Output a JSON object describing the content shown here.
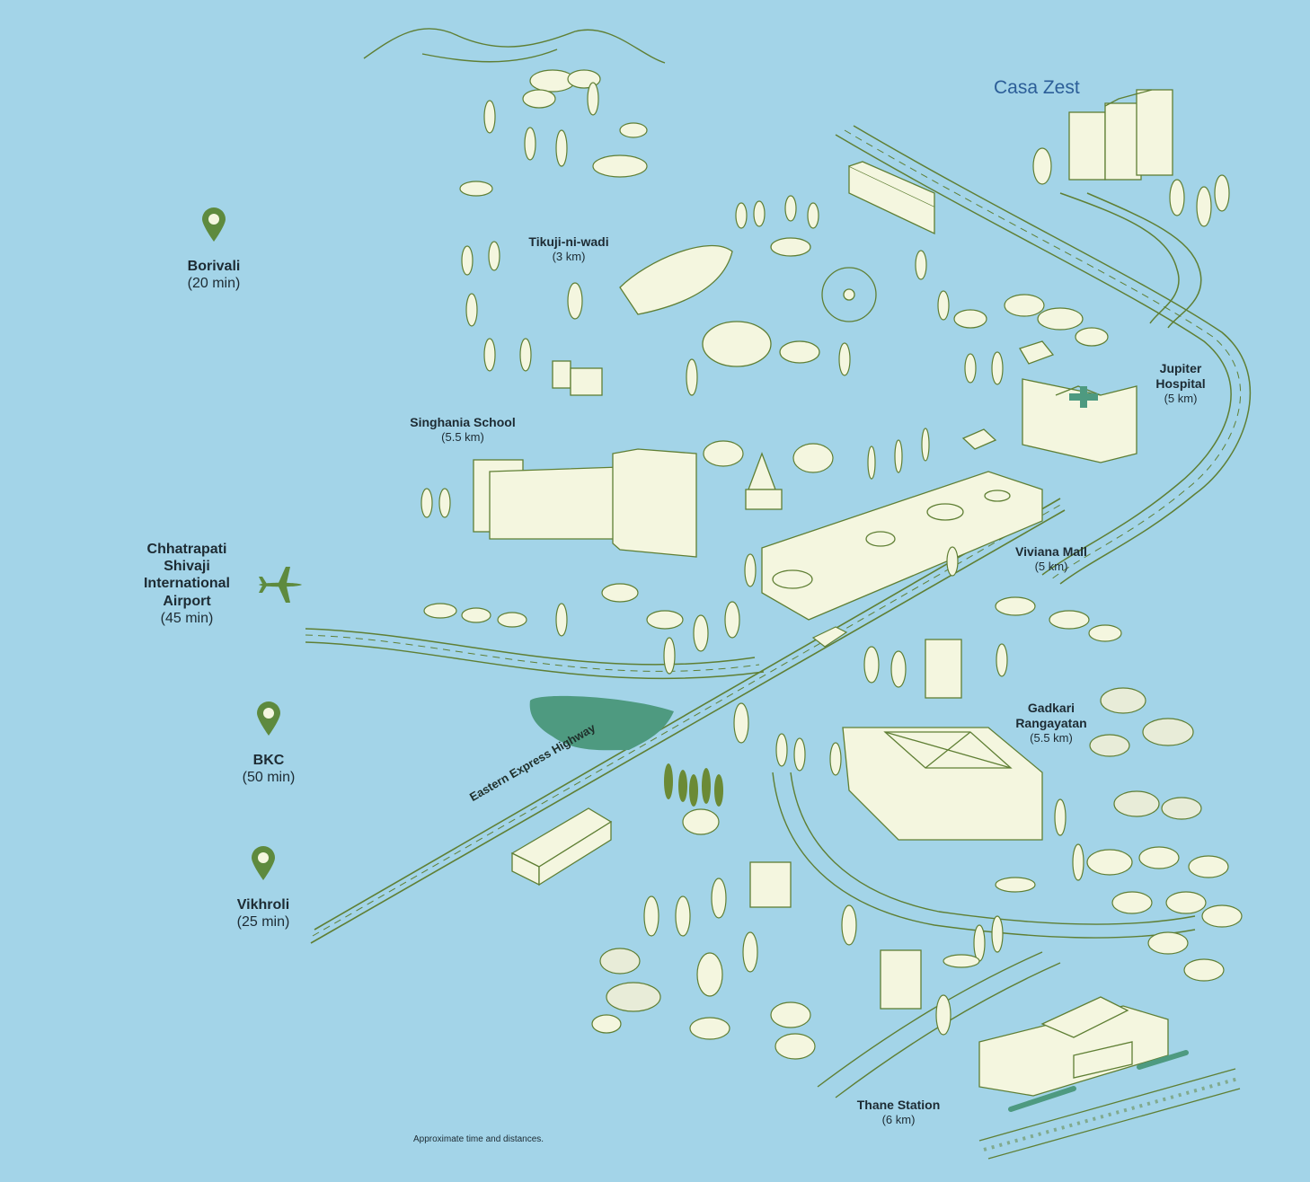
{
  "brand": {
    "name": "Casa Zest",
    "color": "#2c5e98"
  },
  "colors": {
    "water": "#a3d4e8",
    "ink": "#5f7f34",
    "fill": "#f4f6df",
    "lake": "#4e9a80",
    "pin": "#5e8a3e"
  },
  "distant_places": [
    {
      "name": "Borivali",
      "time": "(20 min)",
      "icon": "map-pin-icon"
    },
    {
      "name": "Chhatrapati Shivaji International Airport",
      "name_lines": [
        "Chhatrapati",
        "Shivaji",
        "International",
        "Airport"
      ],
      "time": "(45 min)",
      "icon": "airplane-icon"
    },
    {
      "name": "BKC",
      "time": "(50 min)",
      "icon": "map-pin-icon"
    },
    {
      "name": "Vikhroli",
      "time": "(25 min)",
      "icon": "map-pin-icon"
    }
  ],
  "landmarks": [
    {
      "name": "Tikuji-ni-wadi",
      "distance": "(3 km)"
    },
    {
      "name": "Singhania School",
      "distance": "(5.5 km)"
    },
    {
      "name": "Jupiter Hospital",
      "name_lines": [
        "Jupiter",
        "Hospital"
      ],
      "distance": "(5 km)"
    },
    {
      "name": "Viviana Mall",
      "distance": "(5 km)"
    },
    {
      "name": "Gadkari Rangayatan",
      "name_lines": [
        "Gadkari",
        "Rangayatan"
      ],
      "distance": "(5.5 km)"
    },
    {
      "name": "Thane Station",
      "distance": "(6 km)"
    }
  ],
  "road": {
    "name": "Eastern Express Highway"
  },
  "footnote": "Approximate time and distances."
}
